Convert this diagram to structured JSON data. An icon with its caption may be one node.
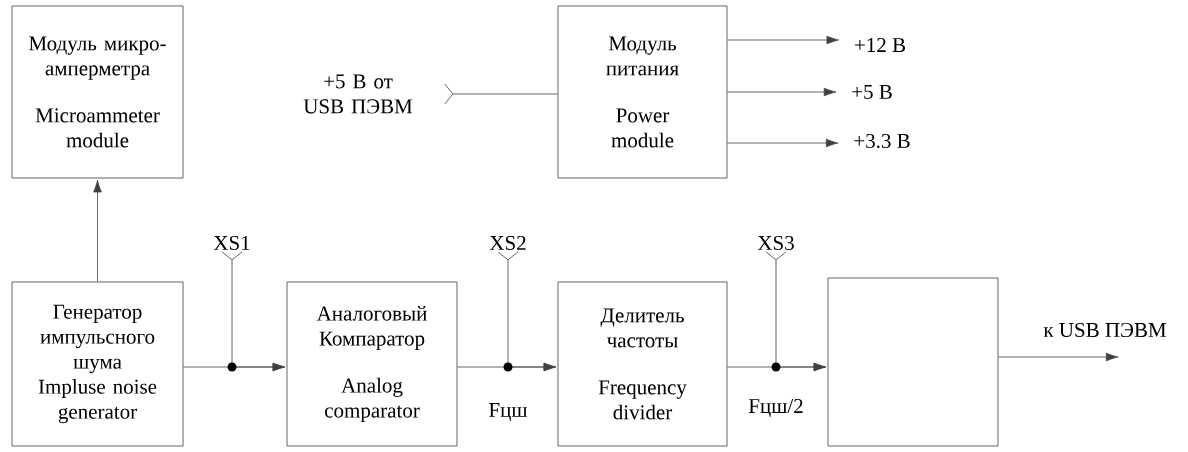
{
  "diagram": {
    "nodes": [
      {
        "text": [
          "Модуль микро-амперметра",
          "Microammeter module"
        ]
      },
      {
        "text": [
          "+5 В от USB ПЭВМ"
        ]
      },
      {
        "text": [
          "Модуль питания",
          "Power module"
        ]
      },
      {
        "text": [
          "+12 В"
        ]
      },
      {
        "text": [
          "+5 В"
        ]
      },
      {
        "text": [
          "+3.3 В"
        ]
      },
      {
        "text": [
          "Генератор импульсного шума",
          "Impluse noise generator"
        ]
      },
      {
        "text": [
          "XS1"
        ]
      },
      {
        "text": [
          "Аналоговый Компаратор",
          "Analog comparator"
        ]
      },
      {
        "text": [
          "XS2"
        ]
      },
      {
        "text": [
          "Делитель частоты",
          "Frequency divider"
        ]
      },
      {
        "text": [
          "XS3"
        ]
      },
      {
        "text": [],
        "shape": "box"
      }
    ],
    "edges": [
      {
        "from": 6,
        "to": 0,
        "arrow": "to"
      },
      {
        "from": 1,
        "to": 2,
        "arrow": "other"
      },
      {
        "from": 2,
        "to": 3,
        "arrow": "to"
      },
      {
        "from": 2,
        "to": 4,
        "arrow": "to"
      },
      {
        "from": 2,
        "to": 5,
        "arrow": "to"
      },
      {
        "from": 6,
        "to": 8,
        "arrow": "to"
      },
      {
        "from": 7,
        "to": 8,
        "arrow": "to"
      },
      {
        "from": 8,
        "to": 10,
        "arrow": "to",
        "label": "Fцш"
      },
      {
        "from": 9,
        "to": 10,
        "arrow": "to"
      },
      {
        "from": 10,
        "to": 12,
        "arrow": "to",
        "label": "Fцш/2"
      },
      {
        "from": 11,
        "to": 12,
        "arrow": "to"
      },
      {
        "from": 12,
        "to": null,
        "arrow": "to",
        "label": "к USB ПЭВМ"
      }
    ]
  }
}
